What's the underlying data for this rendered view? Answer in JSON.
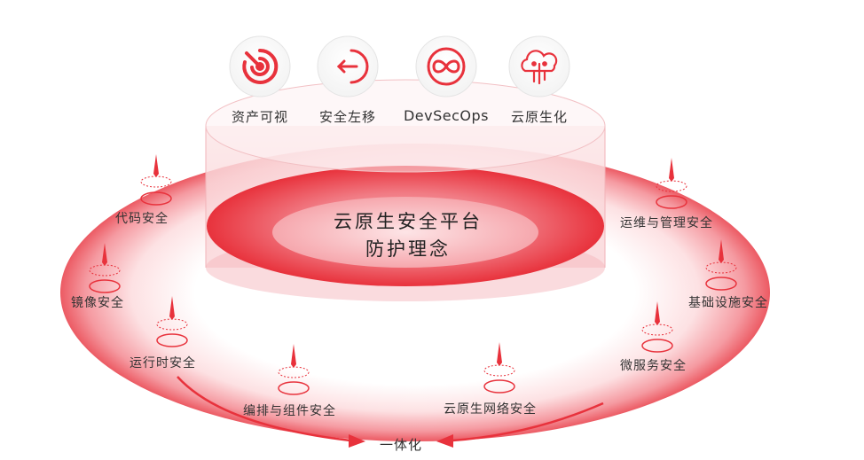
{
  "concepts": [
    {
      "label": "资产可视",
      "icon": "asset-visibility-icon"
    },
    {
      "label": "安全左移",
      "icon": "shift-left-icon"
    },
    {
      "label": "DevSecOps",
      "icon": "infinity-loop-icon"
    },
    {
      "label": "云原生化",
      "icon": "cloud-circuit-icon"
    }
  ],
  "center": {
    "line1": "云原生安全平台",
    "line2": "防护理念"
  },
  "ring_items": {
    "code": "代码安全",
    "image": "镜像安全",
    "runtime": "运行时安全",
    "orchestration": "编排与组件安全",
    "network": "云原生网络安全",
    "microservice": "微服务安全",
    "infrastructure": "基础设施安全",
    "ops": "运维与管理安全"
  },
  "bottom": {
    "label": "一体化"
  },
  "colors": {
    "accent": "#e8323c",
    "accent_light": "#f7a3a8",
    "ring_fill": "#fbd3d6"
  }
}
